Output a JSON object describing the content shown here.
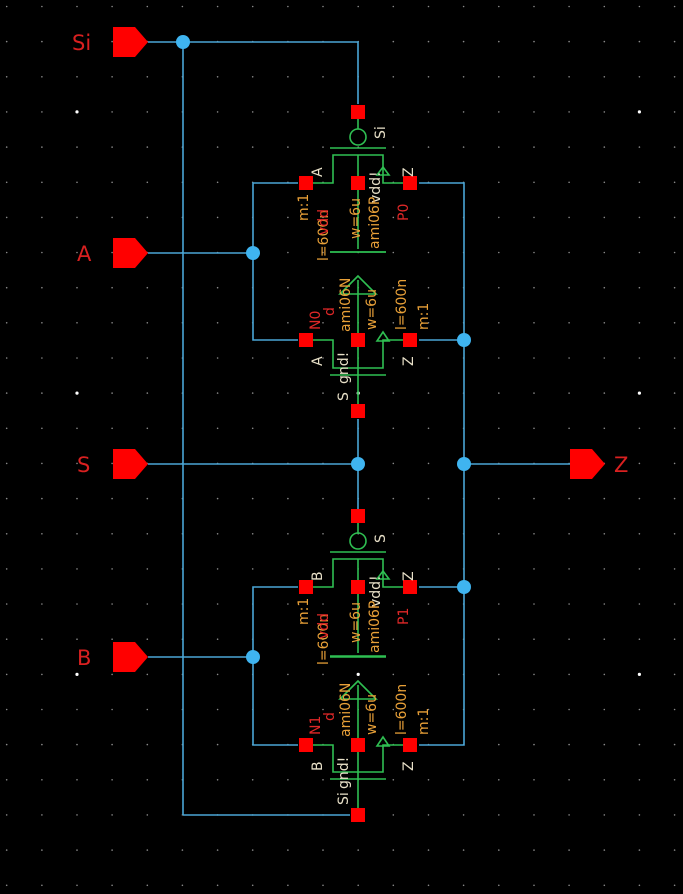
{
  "app": {
    "view": "schematic-editor"
  },
  "colors": {
    "background": "#000000",
    "wire": "#4aa6d6",
    "junction": "#3fb4f0",
    "pin": "#ff0000",
    "pin_label": "#d92020",
    "device": "#2fbf52",
    "terminal_label": "#e8e0c8",
    "param_label": "#e8a038",
    "instance_label": "#e02828"
  },
  "pins": [
    {
      "name": "Si",
      "direction": "input"
    },
    {
      "name": "A",
      "direction": "input"
    },
    {
      "name": "S",
      "direction": "input"
    },
    {
      "name": "B",
      "direction": "input"
    },
    {
      "name": "Z",
      "direction": "output"
    }
  ],
  "devices": [
    {
      "instance": "P0",
      "type": "pmos",
      "model": "ami06P",
      "gate": "Si",
      "source": "A",
      "drain": "Z",
      "bulk": "vdd!",
      "bulk_label": "vdd!",
      "width": "w=6u",
      "length": "l=600n",
      "mult": "m:1",
      "sub_label": "vdd"
    },
    {
      "instance": "N0",
      "type": "nmos",
      "model": "ami06N",
      "gate": "S",
      "source": "A",
      "drain": "Z",
      "bulk": "gnd!",
      "bulk_label": "gnd!",
      "width": "w=6u",
      "length": "l=600n",
      "mult": "m:1",
      "sub_label": "d"
    },
    {
      "instance": "P1",
      "type": "pmos",
      "model": "ami06P",
      "gate": "S",
      "source": "B",
      "drain": "Z",
      "bulk": "vdd!",
      "bulk_label": "vdd!",
      "width": "w=6u",
      "length": "l=600n",
      "mult": "m:1",
      "sub_label": "vdd"
    },
    {
      "instance": "N1",
      "type": "nmos",
      "model": "ami06N",
      "gate": "Si",
      "source": "B",
      "drain": "Z",
      "bulk": "gnd!",
      "bulk_label": "gnd!",
      "width": "w=6u",
      "length": "l=600n",
      "mult": "m:1",
      "sub_label": "d"
    }
  ],
  "labels": {
    "p0": {
      "gate": "Si",
      "left": "A",
      "right": "Z",
      "bulk": "vdd!",
      "model": "ami06P",
      "inst": "P0",
      "w": "w=6u",
      "l": "l=600n",
      "m": "m:1",
      "sub": "vdd"
    },
    "n0": {
      "gate": "S",
      "left": "A",
      "right": "Z",
      "bulk": "gnd!",
      "model": "ami06N",
      "inst": "N0",
      "w": "w=6u",
      "l": "l=600n",
      "m": "m:1",
      "sub": "d"
    },
    "p1": {
      "gate": "S",
      "left": "B",
      "right": "Z",
      "bulk": "vdd!",
      "model": "ami06P",
      "inst": "P1",
      "w": "w=6u",
      "l": "l=600n",
      "m": "m:1",
      "sub": "vdd"
    },
    "n1": {
      "gate": "Si",
      "left": "B",
      "right": "Z",
      "bulk": "gnd!",
      "model": "ami06N",
      "inst": "N1",
      "w": "w=6u",
      "l": "l=600n",
      "m": "m:1",
      "sub": "d"
    }
  }
}
